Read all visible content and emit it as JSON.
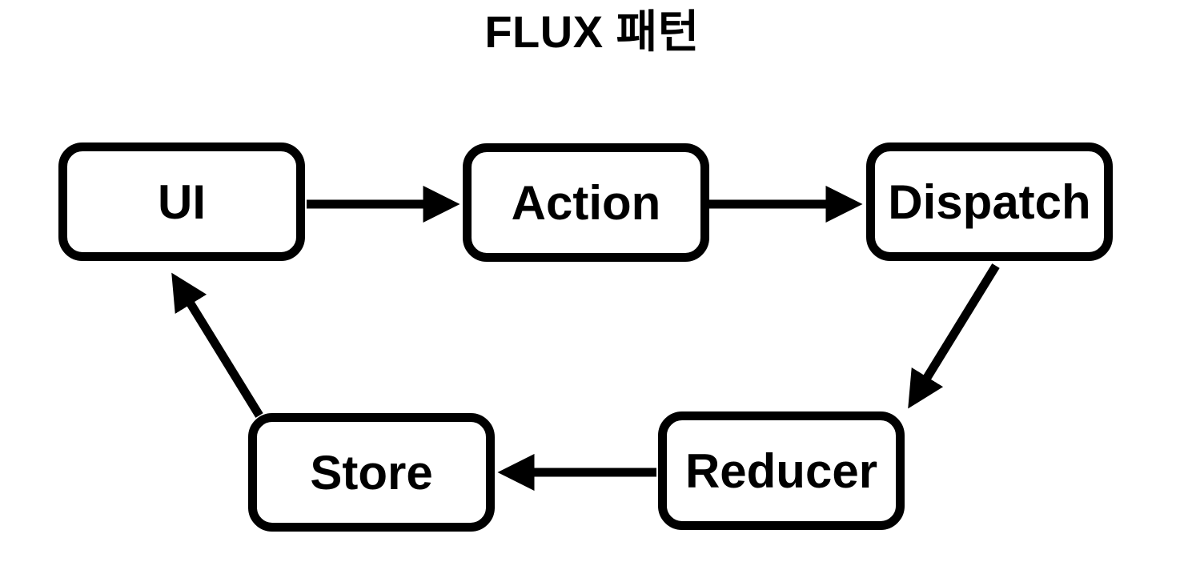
{
  "title": "FLUX 패턴",
  "diagram": {
    "nodes": [
      {
        "id": "ui",
        "label": "UI"
      },
      {
        "id": "action",
        "label": "Action"
      },
      {
        "id": "dispatch",
        "label": "Dispatch"
      },
      {
        "id": "reducer",
        "label": "Reducer"
      },
      {
        "id": "store",
        "label": "Store"
      }
    ],
    "edges": [
      {
        "from": "UI",
        "to": "Action"
      },
      {
        "from": "Action",
        "to": "Dispatch"
      },
      {
        "from": "Dispatch",
        "to": "Reducer"
      },
      {
        "from": "Reducer",
        "to": "Store"
      },
      {
        "from": "Store",
        "to": "UI"
      }
    ],
    "colors": {
      "line": "#000000",
      "box_border": "#000000",
      "box_fill": "#ffffff",
      "text": "#000000",
      "background": "#ffffff"
    }
  }
}
